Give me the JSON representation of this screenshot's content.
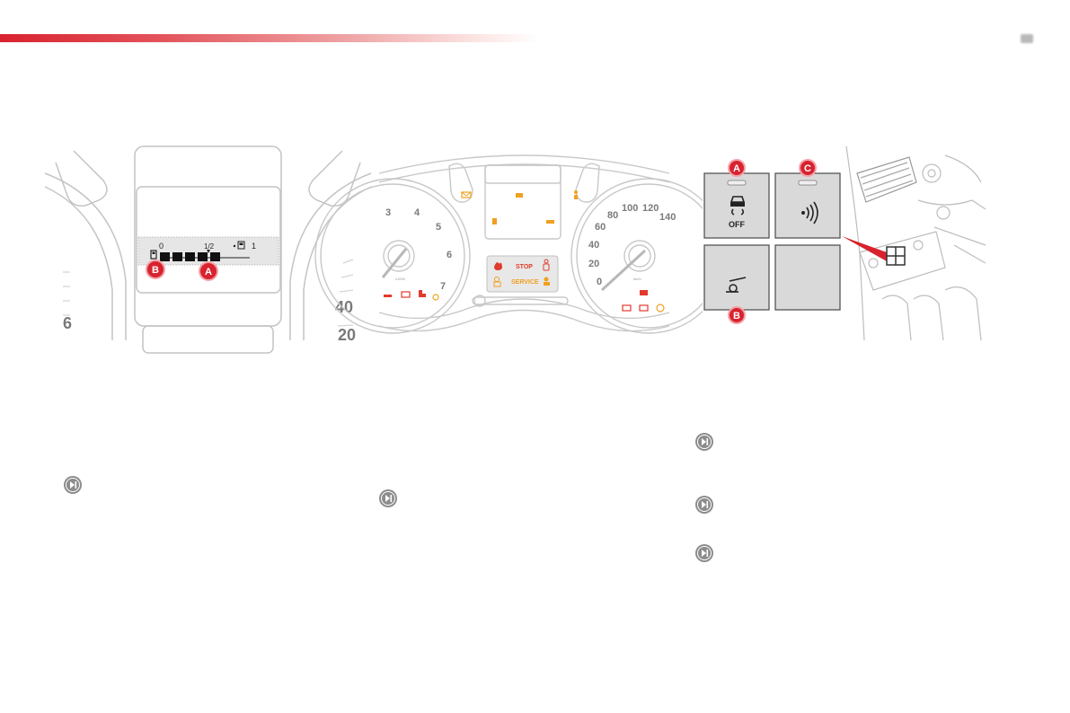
{
  "header": {
    "accent_color": "#d8232f"
  },
  "panel_fuel": {
    "scale": {
      "empty": "0",
      "half": "1/2",
      "full": "1"
    },
    "callouts": {
      "a": "A",
      "b": "B"
    },
    "left_gauge_digit": "6",
    "right_gauge_digit": "40",
    "right_gauge_digit2": "20"
  },
  "panel_cluster": {
    "tach_numbers": [
      "3",
      "4",
      "5",
      "6",
      "7"
    ],
    "speed_numbers": [
      "0",
      "20",
      "40",
      "60",
      "80",
      "100",
      "120",
      "140"
    ],
    "stop_label": "STOP",
    "service_label": "SERVICE",
    "tach_unit": "x1000",
    "speed_unit": "km/h",
    "warning_red": "#e23a2b",
    "warning_orange": "#f0a020"
  },
  "panel_buttons": {
    "callouts": {
      "a": "A",
      "b": "B",
      "c": "C"
    },
    "button_a_label": "OFF",
    "button_a_icon": "traction-control-off-icon",
    "button_b_icon": "tailgate-icon",
    "button_c_icon": "parking-sensor-icon",
    "callout_color": "#d8232f"
  },
  "nav_icons": [
    "next-icon",
    "next-icon",
    "next-icon",
    "next-icon",
    "next-icon"
  ]
}
